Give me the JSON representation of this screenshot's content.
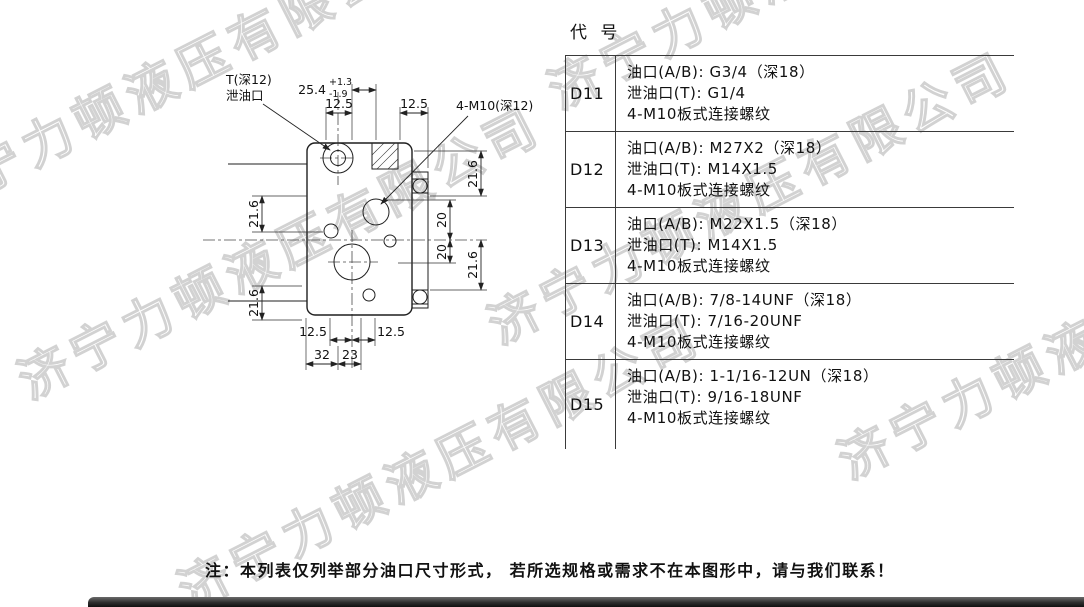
{
  "watermark": {
    "text": "济宁力顿液压有限公司"
  },
  "drawing": {
    "labels": {
      "t_port_line1": "T(深12)",
      "t_port_line2": "泄油口",
      "bolt_spec": "4-M10(深12)"
    },
    "dims": {
      "top_main": "25.4",
      "top_tol_plus": "+1.3",
      "top_tol_minus": "-1.9",
      "top_left": "12.5",
      "top_right": "12.5",
      "right_top": "21.6",
      "right_mid_upper": "20",
      "right_mid_lower": "20",
      "right_bottom": "21.6",
      "left_upper": "21.6",
      "left_lower": "21.6",
      "bottom_left": "12.5",
      "bottom_right": "12.5",
      "bottom_span_left": "32",
      "bottom_span_right": "23"
    }
  },
  "table": {
    "header": "代 号",
    "rows": [
      {
        "code": "D11",
        "lines": [
          "油口(A/B): G3/4（深18）",
          "泄油口(T): G1/4",
          "4-M10板式连接螺纹"
        ]
      },
      {
        "code": "D12",
        "lines": [
          "油口(A/B): M27X2（深18）",
          "泄油口(T): M14X1.5",
          "4-M10板式连接螺纹"
        ]
      },
      {
        "code": "D13",
        "lines": [
          "油口(A/B): M22X1.5（深18）",
          "泄油口(T): M14X1.5",
          "4-M10板式连接螺纹"
        ]
      },
      {
        "code": "D14",
        "lines": [
          "油口(A/B): 7/8-14UNF（深18）",
          "泄油口(T): 7/16-20UNF",
          "4-M10板式连接螺纹"
        ]
      },
      {
        "code": "D15",
        "lines": [
          "油口(A/B): 1-1/16-12UN（深18）",
          "泄油口(T): 9/16-18UNF",
          "4-M10板式连接螺纹"
        ]
      }
    ]
  },
  "note": "注：本列表仅列举部分油口尺寸形式，  若所选规格或需求不在本图形中，请与我们联系！",
  "colors": {
    "line": "#222222",
    "watermark": "#d2d2d2",
    "footer_bar_top": "#6a6a6a",
    "footer_bar_bottom": "#101010"
  }
}
